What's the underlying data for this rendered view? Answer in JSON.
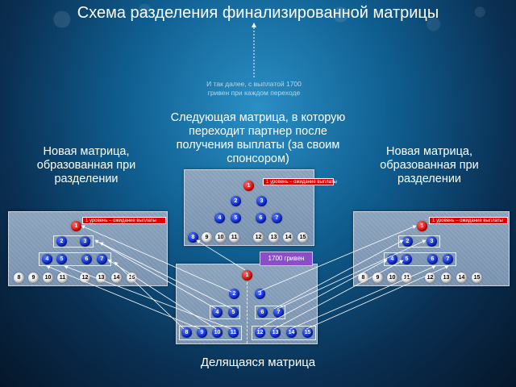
{
  "title": "Схема разделения финализированной матрицы",
  "note": {
    "line1": "И так далее, с выплатой 1700",
    "line2": "гривен при каждом переходе"
  },
  "captions": {
    "next_line1": "Следующая матрица, в которую",
    "next_line2": "переходит партнер после",
    "next_line3": "получения выплаты (за своим",
    "next_line4": "спонсором)",
    "left_line1": "Новая матрица,",
    "left_line2": "образованная при",
    "left_line3": "разделении",
    "right_line1": "Новая матрица,",
    "right_line2": "образованная при",
    "right_line3": "разделении",
    "bottom": "Делящаяся матрица"
  },
  "level_label": "1 уровень – ожидание выплаты",
  "payment_badge": "1700 гривен",
  "nodes": {
    "n1": "1",
    "n2": "2",
    "n3": "3",
    "n4": "4",
    "n5": "5",
    "n6": "6",
    "n7": "7",
    "n8": "8",
    "n9": "9",
    "n10": "10",
    "n11": "11",
    "n12": "12",
    "n13": "13",
    "n14": "14",
    "n15": "15"
  },
  "colors": {
    "level1": "#d40000",
    "filled": "#0020c0",
    "empty": "#ffffff",
    "badge": "#8a4fc8"
  }
}
